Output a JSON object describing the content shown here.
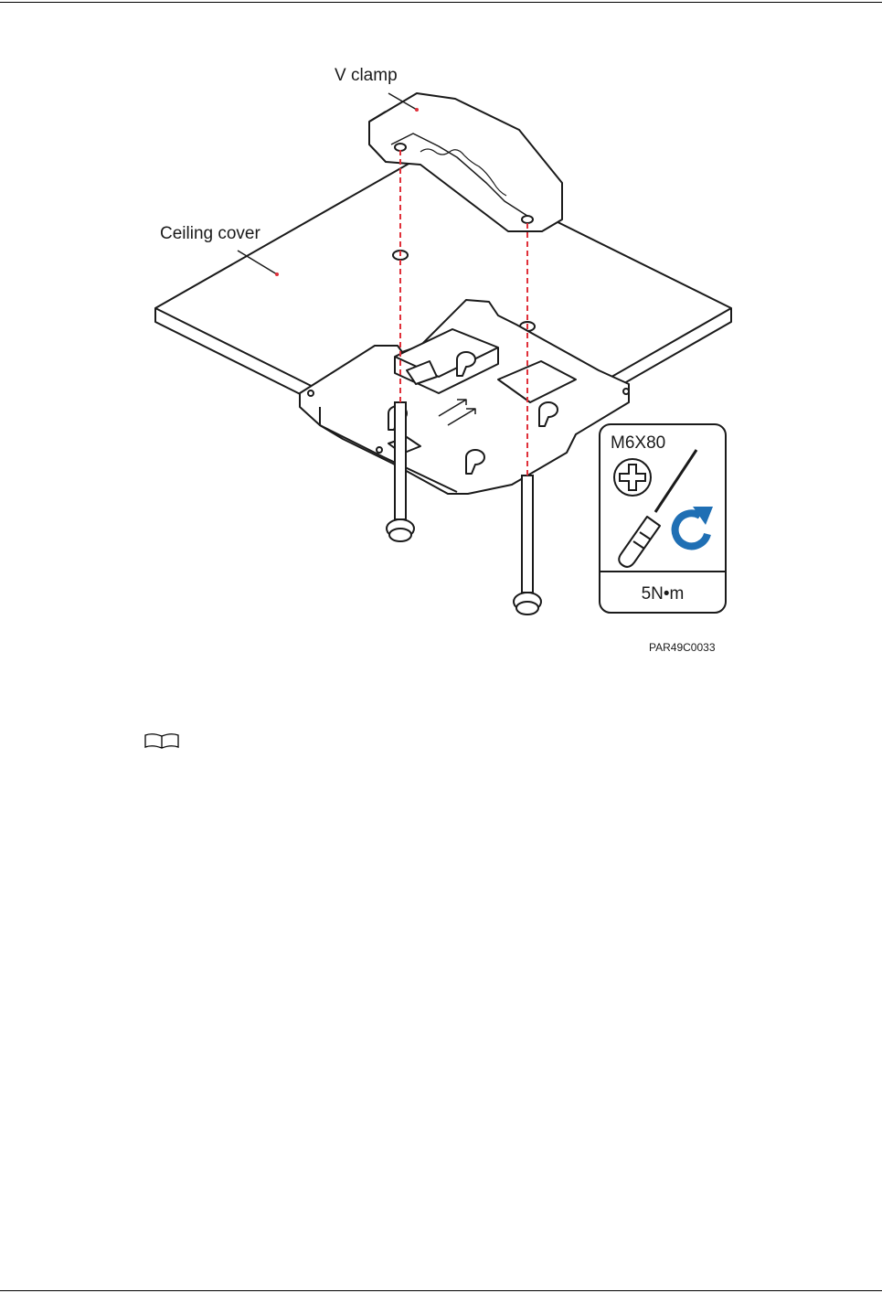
{
  "figure": {
    "callouts": {
      "v_clamp": "V clamp",
      "ceiling_cover": "Ceiling cover"
    },
    "tool_panel": {
      "screw_spec": "M6X80",
      "torque": "5N•m"
    },
    "figure_id": "PAR49C0033",
    "colors": {
      "alignment_line": "#e0303a",
      "rotate_arrow": "#1f6fb4",
      "outline": "#1a1a1a"
    }
  },
  "note": {
    "icon": "book-icon"
  }
}
